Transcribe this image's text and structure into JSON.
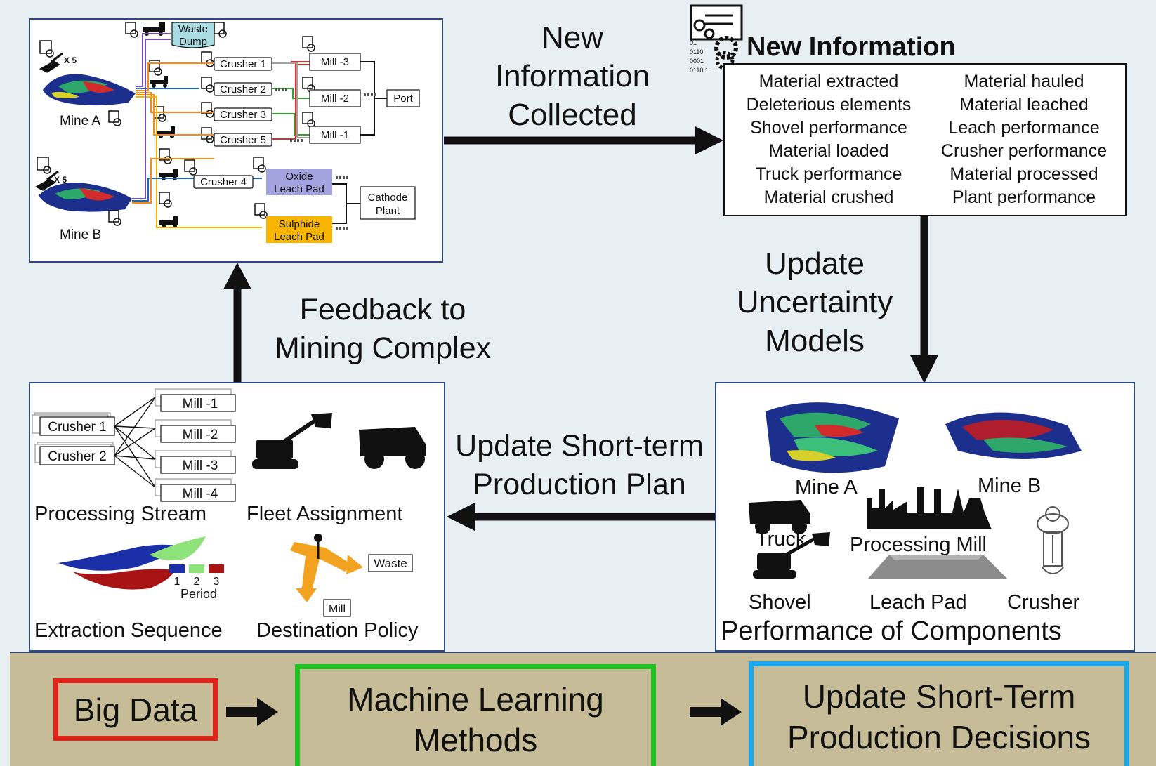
{
  "top_left": {
    "waste_dump": "Waste Dump",
    "waste_dump_l1": "Waste",
    "waste_dump_l2": "Dump",
    "mine_a": "Mine A",
    "mine_b": "Mine B",
    "x5_a": "X 5",
    "x5_b": "X 5",
    "crushers": [
      "Crusher 1",
      "Crusher 2",
      "Crusher 3",
      "Crusher 5",
      "Crusher 4"
    ],
    "mills": [
      "Mill -3",
      "Mill -2",
      "Mill -1"
    ],
    "port": "Port",
    "oxide_l1": "Oxide",
    "oxide_l2": "Leach Pad",
    "sulphide_l1": "Sulphide",
    "sulphide_l2": "Leach Pad",
    "cathode_l1": "Cathode",
    "cathode_l2": "Plant",
    "binary": [
      "01",
      "0110",
      "0001",
      "0110 1"
    ]
  },
  "arrows": {
    "new_info_collected": [
      "New",
      "Information",
      "Collected"
    ],
    "update_uncertainty": [
      "Update",
      "Uncertainty",
      "Models"
    ],
    "update_plan": [
      "Update Short-term",
      "Production Plan"
    ],
    "feedback": [
      "Feedback to",
      "Mining Complex"
    ]
  },
  "new_information": {
    "title": "New Information",
    "left": [
      "Material extracted",
      "Deleterious elements",
      "Shovel performance",
      "Material loaded",
      "Truck performance",
      "Material crushed"
    ],
    "right": [
      "Material hauled",
      "Material leached",
      "Leach performance",
      "Crusher performance",
      "Material processed",
      "Plant performance"
    ]
  },
  "bottom_left": {
    "crushers": [
      "Crusher 1",
      "Crusher 2"
    ],
    "mills": [
      "Mill -1",
      "Mill -2",
      "Mill -3",
      "Mill -4"
    ],
    "processing_stream": "Processing Stream",
    "fleet_assignment": "Fleet Assignment",
    "extraction_sequence": "Extraction Sequence",
    "destination_policy": "Destination Policy",
    "period_numbers": [
      "1",
      "2",
      "3"
    ],
    "period": "Period",
    "waste": "Waste",
    "mill": "Mill"
  },
  "bottom_right": {
    "mine_a": "Mine A",
    "mine_b": "Mine B",
    "truck": "Truck",
    "processing_mill": "Processing Mill",
    "shovel": "Shovel",
    "leach_pad": "Leach Pad",
    "crusher": "Crusher",
    "title": "Performance of Components"
  },
  "band": {
    "big_data": "Big Data",
    "ml_l1": "Machine Learning",
    "ml_l2": "Methods",
    "update_l1": "Update Short-Term",
    "update_l2": "Production Decisions"
  },
  "colors": {
    "background": "#e8eff3",
    "band": "#c6bd98",
    "big_data_border": "#e3241b",
    "ml_border": "#22c021",
    "update_border": "#1aa6e8",
    "oxide": "#a3a3e0",
    "sulphide": "#f7b500",
    "period_1": "#1a2fa8",
    "period_2": "#8ee27a",
    "period_3": "#a81414",
    "waste_dump": "#a9dce4"
  }
}
